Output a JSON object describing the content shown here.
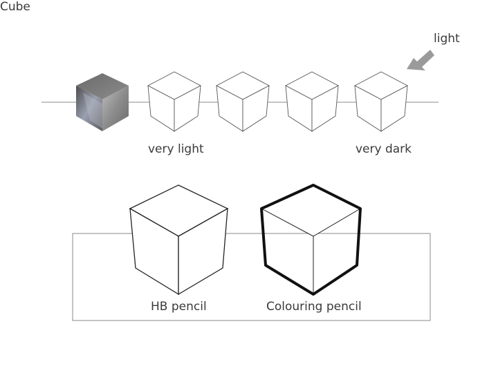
{
  "title": "Cube",
  "light_label": "light",
  "scale": {
    "start": "very light",
    "end": "very dark"
  },
  "pencils": {
    "hb": "HB pencil",
    "colouring": "Colouring pencil"
  },
  "colors": {
    "line": "#444444",
    "text": "#3a3a3a",
    "arrow": "#9a9a9a"
  },
  "icons": {
    "light_direction": "arrow-down-left-icon"
  }
}
